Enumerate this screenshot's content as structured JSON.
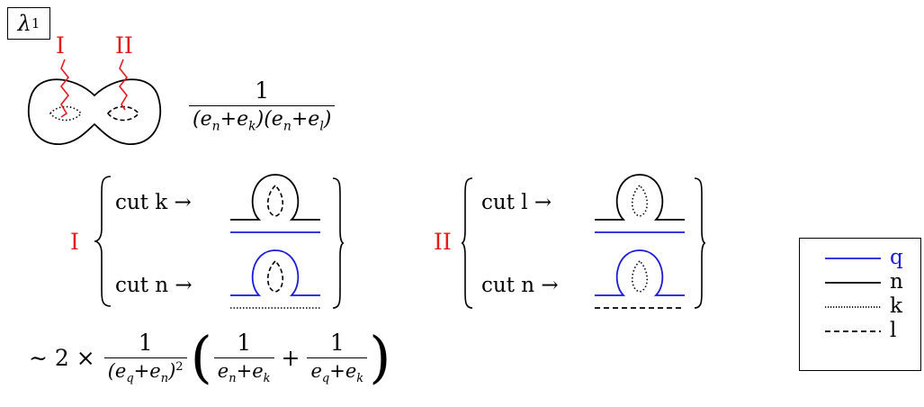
{
  "header": {
    "symbol": "λ",
    "superscript": "1"
  },
  "cuts": {
    "I_label": "I",
    "II_label": "II"
  },
  "term": {
    "numerator": "1",
    "denominator": "(e_n+e_k)(e_n+e_l)"
  },
  "group_I": {
    "label": "I",
    "row1": "cut k →",
    "row2": "cut n →"
  },
  "group_II": {
    "label": "II",
    "row1": "cut l →",
    "row2": "cut n →"
  },
  "result": {
    "prefix": "∼ 2 ×",
    "f1_num": "1",
    "f2_num": "1",
    "f3_num": "1",
    "plus": "+"
  },
  "legend": {
    "items": [
      {
        "label": "q",
        "style": "solid",
        "color": "#1a1adc"
      },
      {
        "label": "n",
        "style": "solid",
        "color": "#000000"
      },
      {
        "label": "k",
        "style": "dotted",
        "color": "#000000"
      },
      {
        "label": "l",
        "style": "dashed",
        "color": "#000000"
      }
    ]
  }
}
